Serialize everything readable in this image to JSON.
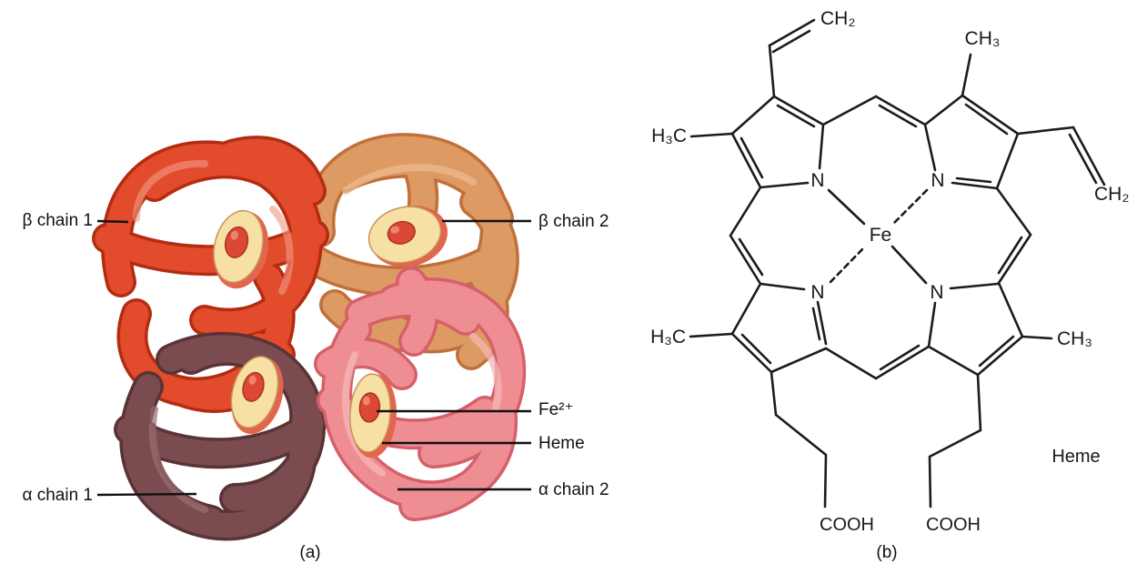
{
  "panel_a": {
    "caption": "(a)",
    "labels": {
      "beta_chain_1": "β chain 1",
      "beta_chain_2": "β chain 2",
      "alpha_chain_1": "α chain 1",
      "alpha_chain_2": "α chain 2",
      "fe_ion": "Fe²⁺",
      "heme": "Heme"
    },
    "colors": {
      "beta_chain_1": "#e24b2c",
      "beta_chain_2": "#dd9a62",
      "alpha_chain_1": "#7b4c4f",
      "alpha_chain_2": "#ee8e93",
      "heme_disk": "#f6e0a4",
      "heme_iron_center": "#dc4836"
    }
  },
  "panel_b": {
    "caption": "(b)",
    "molecule_label": "Heme",
    "atoms": {
      "fe": "Fe",
      "nitrogen": "N",
      "methylene": "CH₂",
      "methyl": "CH₃",
      "methyl_left": "H₃C",
      "carboxyl": "COOH"
    }
  }
}
